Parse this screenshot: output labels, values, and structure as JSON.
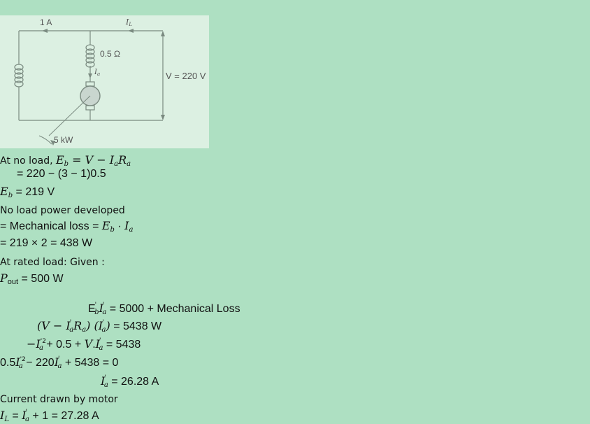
{
  "figure": {
    "label_current_field": "1 A",
    "label_il": "I",
    "label_il_sub": "L",
    "label_resistance": "0.5 Ω",
    "label_ia": "I",
    "label_ia_sub": "a",
    "label_voltage": "V = 220 V",
    "label_power": "5 kW"
  },
  "solution": {
    "no_load_intro": "At no load, ",
    "eb_formula": "E",
    "eb_sub": "b",
    "eb_eq": " = V − I",
    "ia_sub": "a",
    "ra": "R",
    "ra_sub": "a",
    "step1": "= 220 − (3 − 1)0.5",
    "eb_result": " = 219 V",
    "no_load_power": "No load power developed",
    "mech_loss_line": " =  Mechanical loss  = ",
    "calc_438": " = 219 × 2 = 438 W",
    "rated_intro": "At rated load: Given :",
    "pout_label": "P",
    "pout_sub": "out",
    "pout_value": " = 500 W",
    "eq1_rhs": " = 5000 +  Mechanical Loss",
    "eq2_rhs": " = 5438 W",
    "eq3_rhs": " = 5438",
    "eq4_rhs": " + 5438 = 0",
    "eq5_rhs": " = 26.28 A",
    "current_drawn": "Current drawn by motor",
    "il_result": " + 1 = 27.28 A"
  }
}
